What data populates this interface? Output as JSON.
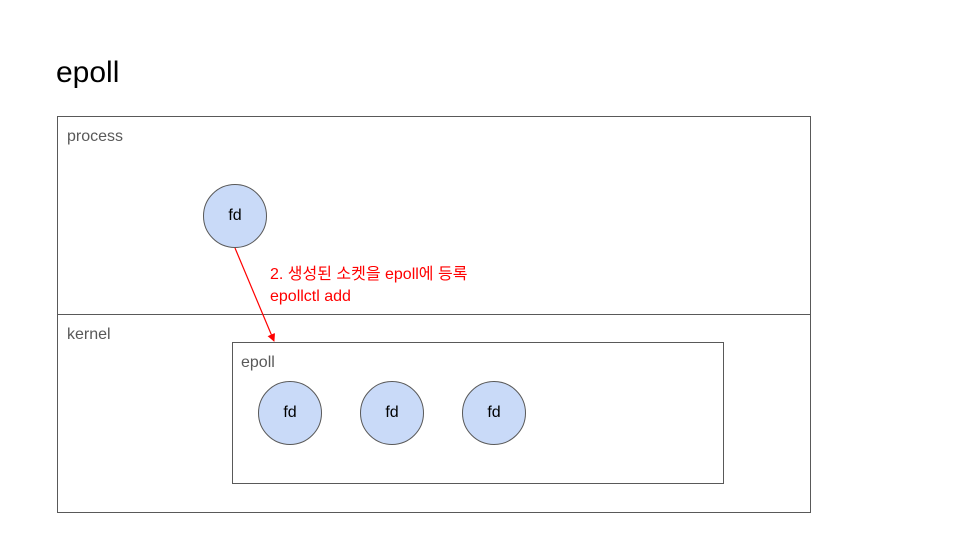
{
  "title": "epoll",
  "process": {
    "label": "process",
    "fd_label": "fd"
  },
  "kernel": {
    "label": "kernel",
    "epoll": {
      "label": "epoll",
      "fds": [
        "fd",
        "fd",
        "fd"
      ]
    }
  },
  "annotation": {
    "line1": "2. 생성된 소켓을 epoll에 등록",
    "line2": "epollctl add",
    "color": "#ff0000"
  },
  "colors": {
    "circle_fill": "#c9daf8",
    "border": "#595959"
  }
}
